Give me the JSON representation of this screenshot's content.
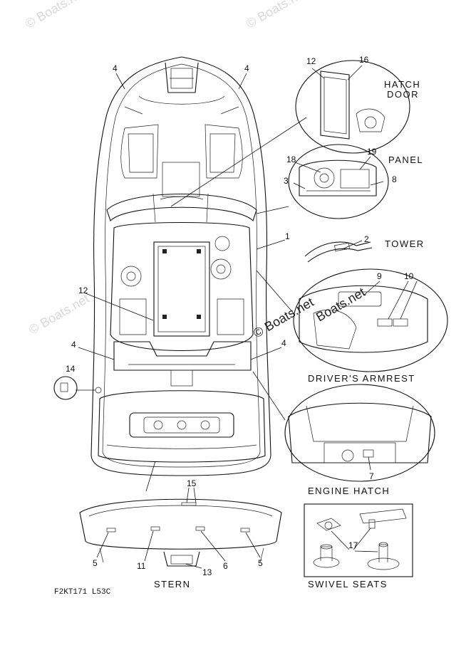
{
  "watermarks": {
    "top_left": "© Boats.net",
    "top_right": "© Boats.net",
    "mid_left": "© Boats.net",
    "center": "© Boats.net",
    "detail": "Boats.net"
  },
  "labels": {
    "hatch_door_1": "HATCH",
    "hatch_door_2": "DOOR",
    "panel": "PANEL",
    "tower": "TOWER",
    "drivers_armrest": "DRIVER'S ARMREST",
    "engine_hatch": "ENGINE HATCH",
    "stern": "STERN",
    "swivel_seats": "SWIVEL SEATS"
  },
  "diagram_code": "F2KT171 L53C",
  "callouts": {
    "bow_left_4": "4",
    "bow_right_4": "4",
    "hatch_12": "12",
    "hatch_16": "16",
    "panel_18": "18",
    "panel_19": "19",
    "panel_3": "3",
    "panel_8": "8",
    "deck_1": "1",
    "tower_2": "2",
    "armrest_9": "9",
    "armrest_10": "10",
    "deck_12": "12",
    "deck_left_4": "4",
    "deck_right_4": "4",
    "side_14": "14",
    "engine_7": "7",
    "stern_15": "15",
    "stern_left_5": "5",
    "stern_11": "11",
    "stern_13": "13",
    "stern_6": "6",
    "stern_right_5": "5",
    "swivel_17": "17"
  }
}
